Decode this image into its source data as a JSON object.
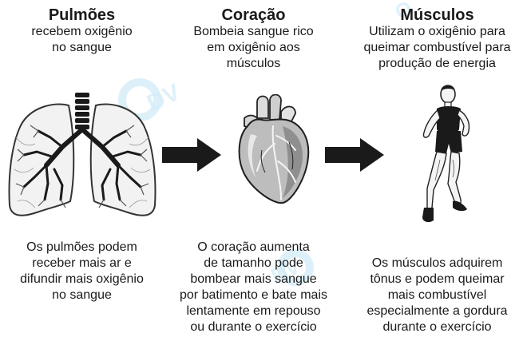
{
  "columns": [
    {
      "title": "Pulmões",
      "description": "recebem oxigênio\nno sangue",
      "note": "Os pulmões podem\nreceber mais ar e\ndifundir mais oxigênio\nno sangue",
      "icon": "lungs-icon"
    },
    {
      "title": "Coração",
      "description": "Bombeia sangue rico\nem oxigênio aos\nmúsculos",
      "note": "O coração aumenta\nde tamanho pode\nbombear mais sangue\npor batimento e bate mais\nlentamente em repouso\nou durante o exercício",
      "icon": "heart-icon"
    },
    {
      "title": "Músculos",
      "description": "Utilizam o oxigênio para\nqueimar combustível para\nprodução de energia",
      "note": "Os músculos adquirem\ntônus e podem queimar\nmais combustível\nespecialmente a gordura\ndurante o exercício",
      "icon": "runner-icon"
    }
  ],
  "arrows": [
    "arrow-right-icon",
    "arrow-right-icon"
  ],
  "colors": {
    "ink": "#1a1a1a",
    "mid": "#8c8c8c",
    "light": "#d9d9d9",
    "watermark": "#bfe3f5"
  }
}
